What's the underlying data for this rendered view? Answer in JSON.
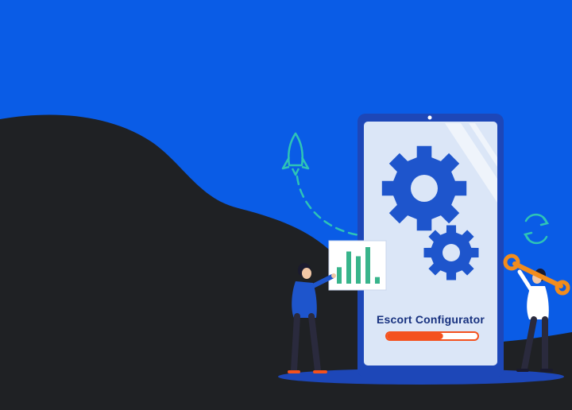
{
  "app": {
    "title": "Escort Configurator",
    "progress": 0.62
  },
  "chart": {
    "bars": [
      0.45,
      0.88,
      0.75,
      1.0,
      0.18
    ],
    "color": "#38b48b"
  },
  "colors": {
    "background": "#0a5ce6",
    "dark": "#1f2124",
    "phone_frame": "#1d47b8",
    "screen": "#dbe6f7",
    "gear": "#1e55cc",
    "progress_fill": "#f4511e",
    "accent_teal": "#2ec4b6",
    "wrench": "#f28c1c"
  },
  "icons": {
    "rocket": "rocket-icon",
    "gear_large": "gear-icon",
    "gear_small": "gear-icon",
    "refresh": "refresh-icon",
    "wrench": "wrench-icon"
  }
}
